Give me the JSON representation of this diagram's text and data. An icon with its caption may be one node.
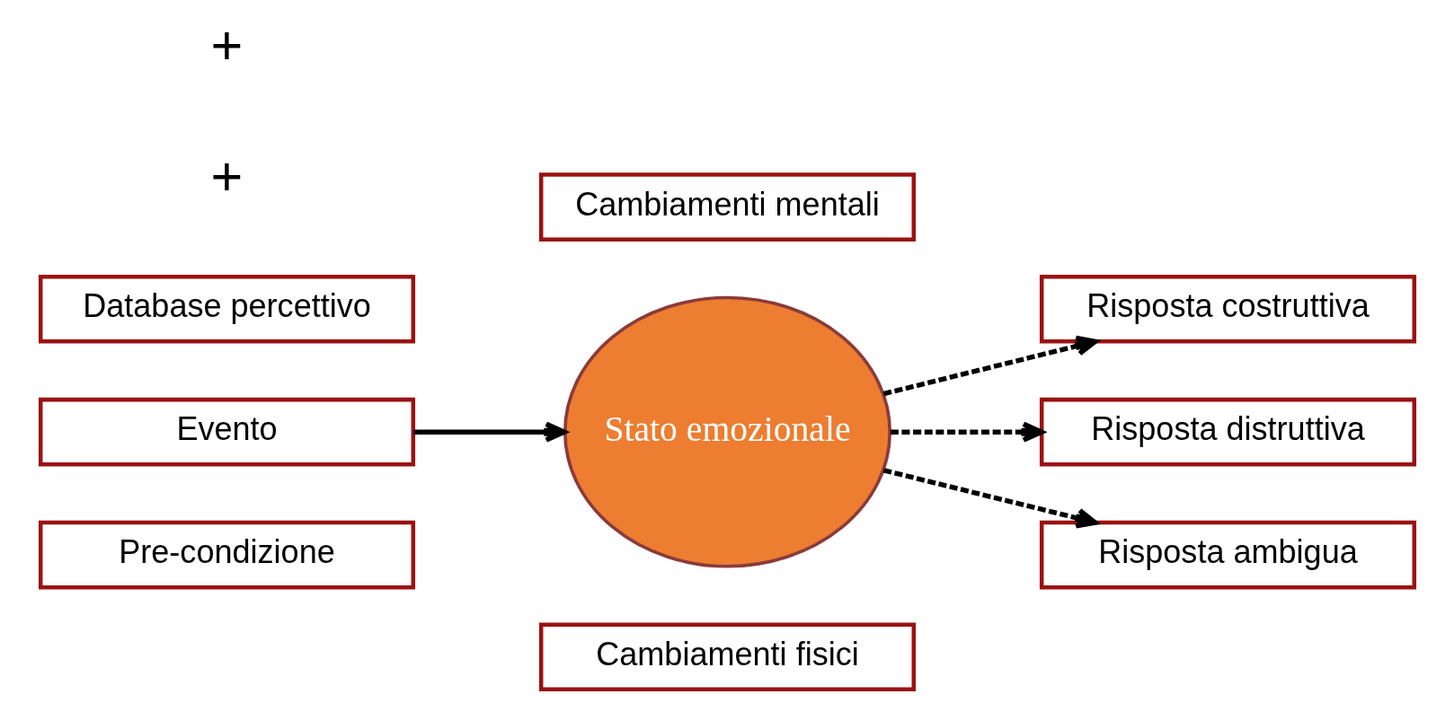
{
  "diagram": {
    "nodes": [
      {
        "text": [
          "Cambiamenti fisici"
        ]
      },
      {
        "text": [
          "Pre-condizione"
        ]
      },
      {
        "text": [
          "Evento"
        ]
      },
      {
        "text": [
          "Database percettivo"
        ]
      },
      {
        "text": [
          "Stato emozionale"
        ]
      },
      {
        "text": [
          "Risposta costruttiva"
        ]
      },
      {
        "text": [
          "Risposta distruttiva"
        ]
      },
      {
        "text": [
          "Risposta ambigua"
        ]
      },
      {
        "text": [
          "Cambiamenti mentali"
        ]
      }
    ],
    "edges": [
      {
        "from": 2,
        "to": 4,
        "arrow": "to"
      },
      {
        "from": 4,
        "to": 5,
        "arrow": "to",
        "style": "dashed"
      },
      {
        "from": 4,
        "to": 6,
        "arrow": "to",
        "style": "dashed"
      },
      {
        "from": 4,
        "to": 7,
        "arrow": "to",
        "style": "dashed"
      }
    ],
    "labels": [
      "+",
      "+"
    ]
  }
}
